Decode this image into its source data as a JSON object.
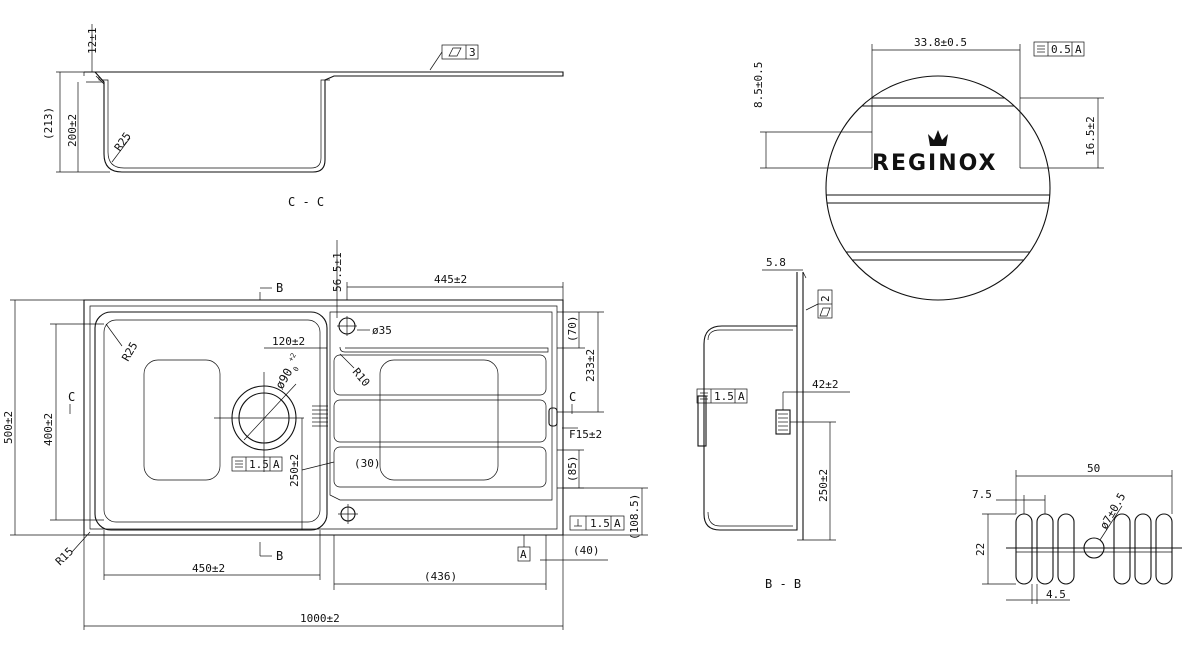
{
  "section_cc": {
    "dim_rim": "12±1",
    "dim_bowl_depth": "200±2",
    "dim_total_depth": "(213)",
    "radius": "R25",
    "flatness_tol": "3",
    "title": "C - C"
  },
  "plan": {
    "section_b_top": "B",
    "section_b_bottom": "B",
    "section_c_left": "C",
    "section_c_right": "C",
    "dim_tap_hole_offset": "56.5±1",
    "dim_drainer_length": "445±2",
    "tap_hole": "ø35",
    "radius_bowl": "R25",
    "radius_drainer": "R10",
    "dim_waste_offset": "120±2",
    "waste_dia": "ø90",
    "waste_dia_tol_upper": "+2",
    "waste_dia_tol_lower": "0",
    "dim_bowl_height": "400±2",
    "dim_overall_depth": "500±2",
    "dim_waste_height": "250±2",
    "dim_rib_gap": "(30)",
    "dim_top_offset": "(70)",
    "dim_drainer_depth": "233±2",
    "dim_f_offset": "F15±2",
    "dim_85": "(85)",
    "dim_108": "(108.5)",
    "dim_40": "(40)",
    "dim_bowl_width": "450±2",
    "dim_436": "(436)",
    "dim_overall_length": "1000±2",
    "radius_corner": "R15",
    "flatness_value": "1.5",
    "datum": "A",
    "perp_value": "1.5",
    "perp_datum": "A"
  },
  "detail_logo": {
    "dim_logo_width": "33.8±0.5",
    "dim_logo_offset": "8.5±0.5",
    "dim_logo_band": "16.5±2",
    "flat_value": "0.5",
    "flat_datum": "A",
    "brand": "REGINOX"
  },
  "section_bb": {
    "dim_flange": "5.8",
    "flatness_tol": "2",
    "flat_value": "1.5",
    "flat_datum": "A",
    "dim_overflow": "42±2",
    "dim_height": "250±2",
    "title": "B - B"
  },
  "detail_slots": {
    "dim_width": "50",
    "dim_pitch": "7.5",
    "dim_height": "22",
    "dim_slot": "4.5",
    "dim_hole": "ø7±0.5"
  }
}
